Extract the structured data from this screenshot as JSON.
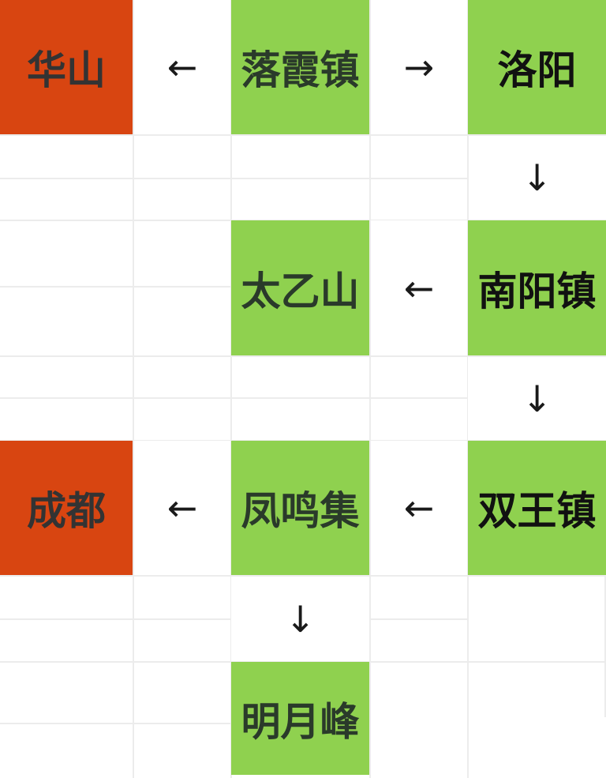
{
  "colors": {
    "start_end_fill": "#d84511",
    "route_fill": "#8fd14f",
    "label_on_orange": "#333333",
    "label_on_green": "#2a3a2a",
    "label_dark": "#111111",
    "grid_line": "#ececec",
    "arrow": "#1a1a1a"
  },
  "nodes": [
    {
      "id": "huashan",
      "label": "华山",
      "type": "endpoint"
    },
    {
      "id": "luoxiazhen",
      "label": "落霞镇",
      "type": "route"
    },
    {
      "id": "luoyang",
      "label": "洛阳",
      "type": "route"
    },
    {
      "id": "nanyangzhen",
      "label": "南阳镇",
      "type": "route"
    },
    {
      "id": "taiyishan",
      "label": "太乙山",
      "type": "route"
    },
    {
      "id": "shuangwangzhen",
      "label": "双王镇",
      "type": "route"
    },
    {
      "id": "fengmingji",
      "label": "凤鸣集",
      "type": "route"
    },
    {
      "id": "chengdu",
      "label": "成都",
      "type": "endpoint"
    },
    {
      "id": "mingyuefeng",
      "label": "明月峰",
      "type": "route"
    }
  ],
  "arrows": [
    {
      "from": "luoxiazhen",
      "to": "huashan",
      "glyph": "←"
    },
    {
      "from": "luoxiazhen",
      "to": "luoyang",
      "glyph": "→"
    },
    {
      "from": "luoyang",
      "to": "nanyangzhen",
      "glyph": "↓"
    },
    {
      "from": "nanyangzhen",
      "to": "taiyishan",
      "glyph": "←"
    },
    {
      "from": "nanyangzhen",
      "to": "shuangwangzhen",
      "glyph": "↓"
    },
    {
      "from": "shuangwangzhen",
      "to": "fengmingji",
      "glyph": "←"
    },
    {
      "from": "fengmingji",
      "to": "chengdu",
      "glyph": "←"
    },
    {
      "from": "fengmingji",
      "to": "mingyuefeng",
      "glyph": "↓"
    }
  ]
}
